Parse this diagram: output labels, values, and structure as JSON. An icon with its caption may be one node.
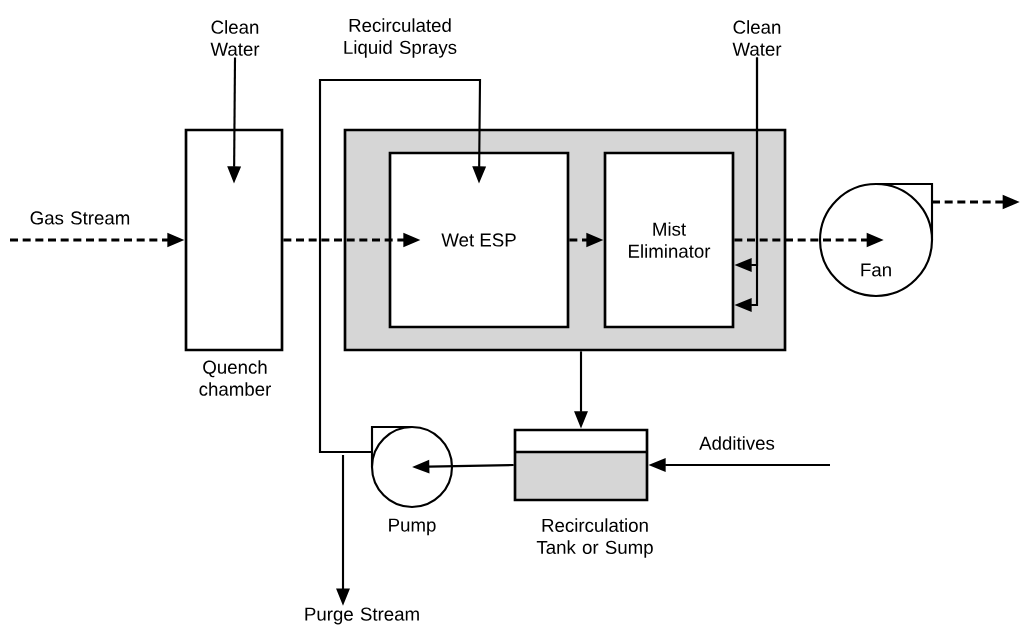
{
  "diagram": {
    "nodes": [
      {
        "text": [
          "Quench chamber"
        ]
      },
      {
        "text": [],
        "shape": "box"
      },
      {
        "text": [
          "Wet ESP"
        ],
        "in": 1
      },
      {
        "text": [
          "Mist Eliminator"
        ],
        "in": 1
      },
      {
        "text": [
          "Fan"
        ]
      },
      {
        "text": [
          "Recirculation Tank or Sump"
        ]
      },
      {
        "text": [
          "Pump"
        ]
      },
      {
        "text": [
          "Clean Water"
        ]
      },
      {
        "text": [
          "Clean Water"
        ]
      },
      {
        "text": [
          "Purge Stream"
        ]
      }
    ],
    "edges": [
      {
        "from": null,
        "to": 0,
        "arrow": "to",
        "style": "dashed",
        "label": "Gas Stream"
      },
      {
        "from": 0,
        "to": 2,
        "arrow": "to",
        "style": "dashed"
      },
      {
        "from": 2,
        "to": 3,
        "arrow": "to",
        "style": "dashed"
      },
      {
        "from": 3,
        "to": 4,
        "arrow": "to",
        "style": "dashed"
      },
      {
        "from": 4,
        "to": null,
        "arrow": "to",
        "style": "dashed"
      },
      {
        "from": 7,
        "to": 0,
        "arrow": "to"
      },
      {
        "from": 8,
        "to": 3,
        "arrow": "to"
      },
      {
        "from": 8,
        "to": 3,
        "arrow": "to"
      },
      {
        "from": 1,
        "to": 5,
        "arrow": "to"
      },
      {
        "from": null,
        "to": 5,
        "arrow": "to",
        "label": "Additives"
      },
      {
        "from": 5,
        "to": 6,
        "arrow": "to"
      },
      {
        "from": 6,
        "to": 2,
        "arrow": "to",
        "label": "Recirculated Liquid Sprays"
      },
      {
        "from": 6,
        "to": 9,
        "arrow": "to"
      }
    ]
  }
}
